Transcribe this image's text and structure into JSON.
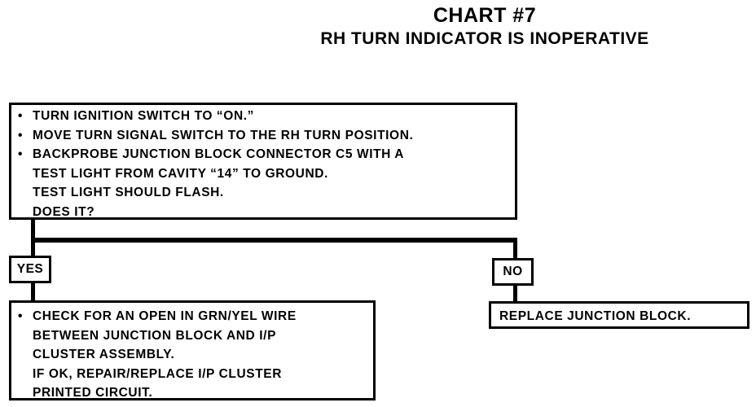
{
  "header": {
    "title": "CHART #7",
    "subtitle": "RH TURN INDICATOR IS INOPERATIVE"
  },
  "start_box": {
    "lines": [
      "TURN IGNITION SWITCH TO “ON.”",
      "MOVE TURN SIGNAL SWITCH TO THE RH TURN POSITION.",
      "BACKPROBE JUNCTION BLOCK CONNECTOR C5 WITH A",
      "TEST LIGHT FROM CAVITY “14” TO GROUND.",
      "TEST LIGHT SHOULD FLASH.",
      "DOES IT?"
    ]
  },
  "branches": {
    "yes_label": "YES",
    "no_label": "NO"
  },
  "yes_box": {
    "lines": [
      "CHECK FOR AN OPEN IN GRN/YEL WIRE",
      "BETWEEN JUNCTION BLOCK AND I/P",
      "CLUSTER ASSEMBLY.",
      "IF OK, REPAIR/REPLACE I/P CLUSTER",
      "PRINTED CIRCUIT."
    ]
  },
  "no_box": {
    "text": "REPLACE JUNCTION BLOCK."
  }
}
